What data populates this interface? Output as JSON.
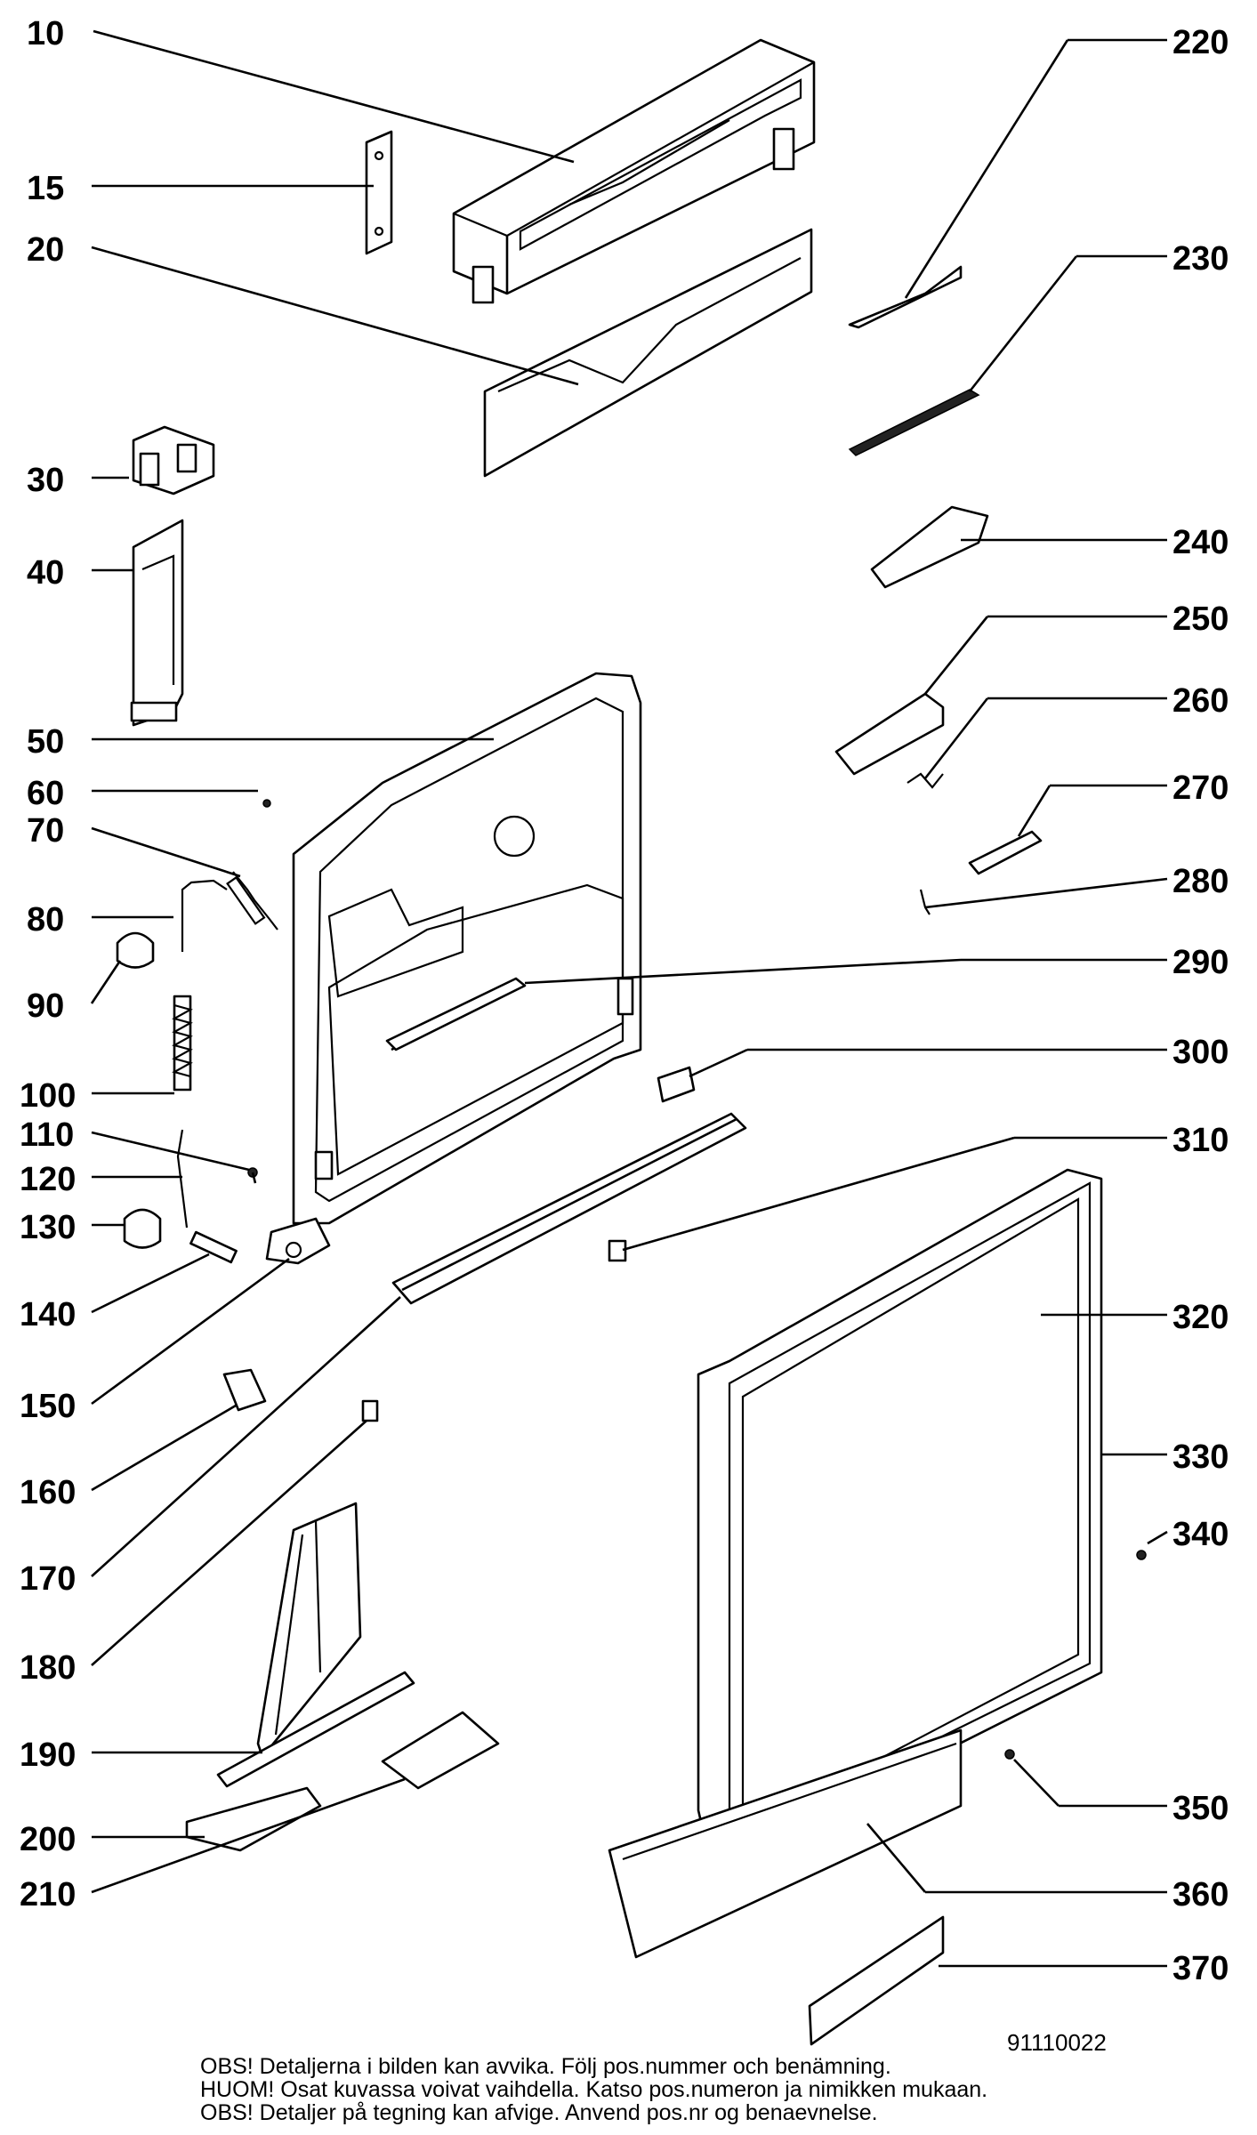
{
  "parts": [
    {
      "id": "p10",
      "label": "10"
    },
    {
      "id": "p15",
      "label": "15"
    },
    {
      "id": "p20",
      "label": "20"
    },
    {
      "id": "p30",
      "label": "30"
    },
    {
      "id": "p40",
      "label": "40"
    },
    {
      "id": "p50",
      "label": "50"
    },
    {
      "id": "p60",
      "label": "60"
    },
    {
      "id": "p70",
      "label": "70"
    },
    {
      "id": "p80",
      "label": "80"
    },
    {
      "id": "p90",
      "label": "90"
    },
    {
      "id": "p100",
      "label": "100"
    },
    {
      "id": "p110",
      "label": "110"
    },
    {
      "id": "p120",
      "label": "120"
    },
    {
      "id": "p130",
      "label": "130"
    },
    {
      "id": "p140",
      "label": "140"
    },
    {
      "id": "p150",
      "label": "150"
    },
    {
      "id": "p160",
      "label": "160"
    },
    {
      "id": "p170",
      "label": "170"
    },
    {
      "id": "p180",
      "label": "180"
    },
    {
      "id": "p190",
      "label": "190"
    },
    {
      "id": "p200",
      "label": "200"
    },
    {
      "id": "p210",
      "label": "210"
    },
    {
      "id": "p220",
      "label": "220"
    },
    {
      "id": "p230",
      "label": "230"
    },
    {
      "id": "p240",
      "label": "240"
    },
    {
      "id": "p250",
      "label": "250"
    },
    {
      "id": "p260",
      "label": "260"
    },
    {
      "id": "p270",
      "label": "270"
    },
    {
      "id": "p280",
      "label": "280"
    },
    {
      "id": "p290",
      "label": "290"
    },
    {
      "id": "p300",
      "label": "300"
    },
    {
      "id": "p310",
      "label": "310"
    },
    {
      "id": "p320",
      "label": "320"
    },
    {
      "id": "p330",
      "label": "330"
    },
    {
      "id": "p340",
      "label": "340"
    },
    {
      "id": "p350",
      "label": "350"
    },
    {
      "id": "p360",
      "label": "360"
    },
    {
      "id": "p370",
      "label": "370"
    }
  ],
  "drawing_code": "91110022",
  "notes": [
    "OBS! Detaljerna i bilden kan avvika. Följ pos.nummer och benämning.",
    "HUOM! Osat kuvassa voivat vaihdella. Katso pos.numeron ja nimikken mukaan.",
    "OBS! Detaljer på tegning kan afvige. Anvend pos.nr og benaevnelse."
  ]
}
